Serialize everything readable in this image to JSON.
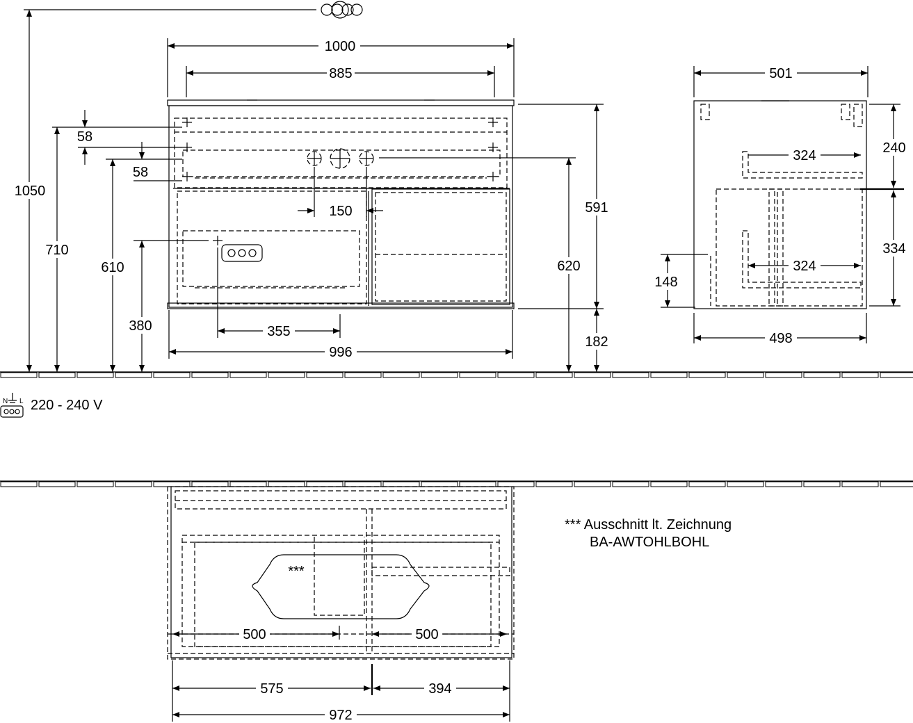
{
  "front_view": {
    "total_height": "1050",
    "width_top": "1000",
    "basin_width": "885",
    "offset_upper": "58",
    "offset_lower": "58",
    "height_710": "710",
    "height_610": "610",
    "height_380": "380",
    "tap_spacing": "150",
    "socket_offset": "355",
    "body_width": "996",
    "body_height": "591",
    "tap_height": "620",
    "plinth_height": "182"
  },
  "side_view": {
    "depth_top": "501",
    "drawer_upper": "324",
    "drawer_lower": "324",
    "upper_height": "240",
    "lower_height": "334",
    "height_148": "148",
    "depth_bottom": "498"
  },
  "electrical": {
    "voltage": "220 - 240 V",
    "symbol_labels": [
      "N",
      "L"
    ]
  },
  "top_view": {
    "left_half": "500",
    "right_half": "500",
    "left_width": "575",
    "right_width": "394",
    "total_width": "972",
    "cutout_marker": "***"
  },
  "notes": {
    "line1": "*** Ausschnitt lt. Zeichnung",
    "line2": "BA-AWTOHLBOHL"
  }
}
